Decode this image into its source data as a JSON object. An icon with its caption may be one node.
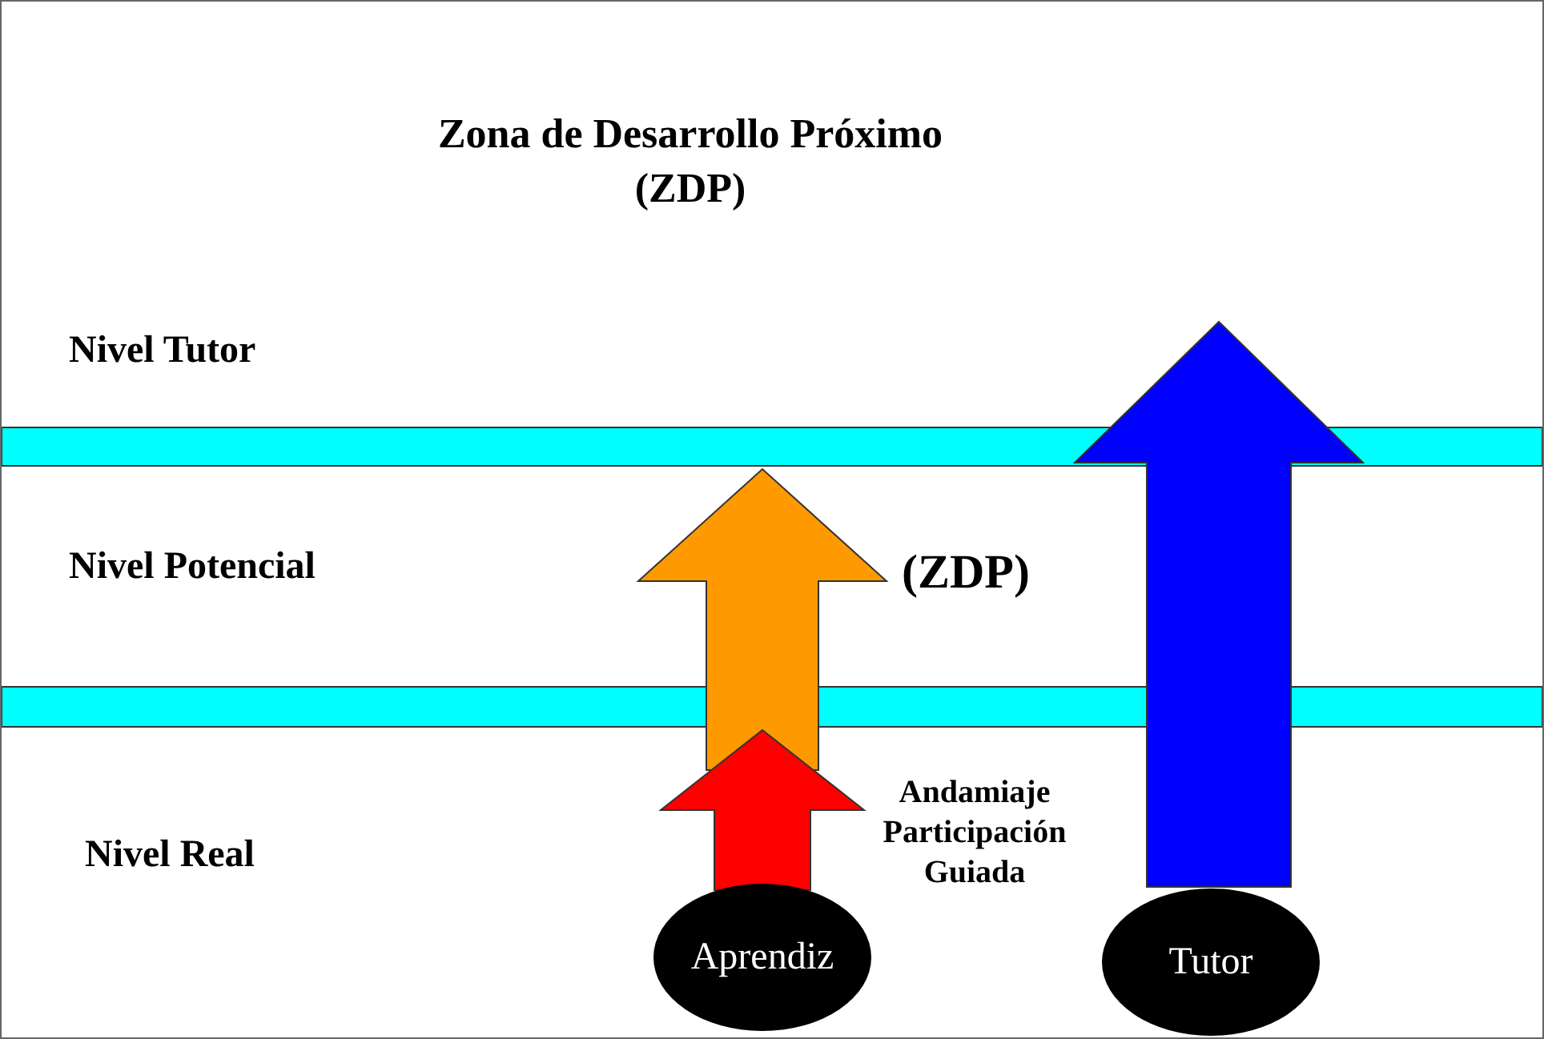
{
  "diagram": {
    "title": "Zona de Desarrollo Próximo (ZDP)",
    "nodes": [
      {
        "text": [],
        "shape": "bar"
      },
      {
        "text": [],
        "shape": "bar"
      },
      {
        "text": [
          "Aprendiz"
        ]
      },
      {
        "text": [
          "Tutor"
        ]
      }
    ],
    "edges": [
      {
        "from": 1,
        "to": 0,
        "arrow": "to",
        "style": "thick",
        "color": "#ff9900"
      },
      {
        "from": 2,
        "to": 1,
        "arrow": "to",
        "style": "thick",
        "color": "#ff0000"
      },
      {
        "from": 3,
        "to": null,
        "arrow": "to",
        "style": "thick",
        "color": "#0000ff"
      }
    ],
    "labels": [
      "Nivel Tutor",
      "Nivel Potencial",
      "(ZDP)",
      "Nivel Real",
      "Andamiaje Participación Guiada"
    ]
  }
}
